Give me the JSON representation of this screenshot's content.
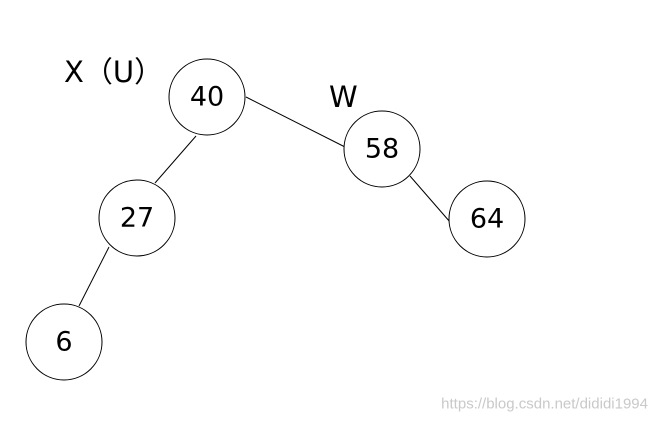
{
  "diagram": {
    "nodes": [
      {
        "id": "n40",
        "value": "40"
      },
      {
        "id": "n27",
        "value": "27"
      },
      {
        "id": "n6",
        "value": "6"
      },
      {
        "id": "n58",
        "value": "58"
      },
      {
        "id": "n64",
        "value": "64"
      }
    ],
    "edges": [
      {
        "from": "n40",
        "to": "n27"
      },
      {
        "from": "n27",
        "to": "n6"
      },
      {
        "from": "n40",
        "to": "n58"
      },
      {
        "from": "n58",
        "to": "n64"
      }
    ],
    "labels": {
      "x_label": "X（U）",
      "w_label": "W"
    },
    "watermark": "https://blog.csdn.net/dididi1994"
  },
  "colors": {
    "stroke": "#000000",
    "background": "#ffffff",
    "watermark": "#c9c9c9"
  }
}
